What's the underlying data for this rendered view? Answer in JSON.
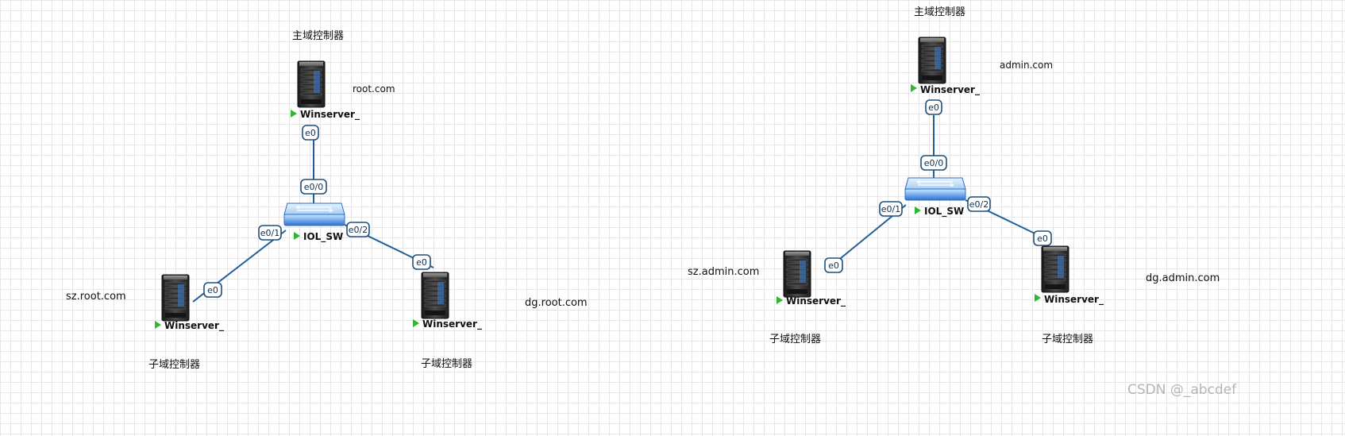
{
  "labels": {
    "node_name": "Winserver_",
    "switch_name": "IOL_SW",
    "parent_dc": "主域控制器",
    "child_dc": "子域控制器",
    "port_e0": "e0",
    "port_e00": "e0/0",
    "port_e01": "e0/1",
    "port_e02": "e0/2"
  },
  "left_topology": {
    "root_domain": "root.com",
    "sz_domain": "sz.root.com",
    "dg_domain": "dg.root.com"
  },
  "right_topology": {
    "root_domain": "admin.com",
    "sz_domain": "sz.admin.com",
    "dg_domain": "dg.admin.com"
  },
  "watermark": "CSDN @_abcdef",
  "colors": {
    "link": "#1f5f99",
    "port_border": "#1f4f7a",
    "play_icon": "#2fb82f",
    "switch_blue": "#4a8fe0"
  }
}
